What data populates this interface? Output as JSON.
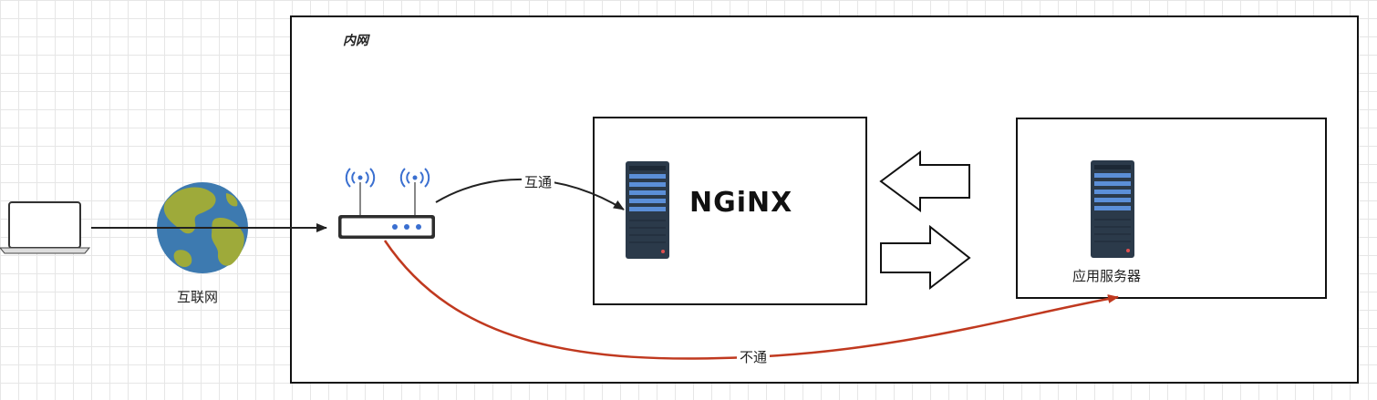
{
  "labels": {
    "intranet": "内网",
    "internet": "互联网",
    "connected": "互通",
    "blocked": "不通",
    "app_server": "应用服务器",
    "nginx_logo": "NGiNX"
  },
  "colors": {
    "blocked_path": "#c0391f",
    "server_body": "#2b3a4a",
    "server_led": "#5b8fd8",
    "globe_ocean": "#3d7ab0",
    "globe_land": "#9eaa3a",
    "router_led": "#3a6fd0"
  },
  "icons": {
    "laptop": "laptop-icon",
    "globe": "globe-icon",
    "router": "router-icon",
    "nginx_server": "server-icon",
    "app_server": "server-icon",
    "left_arrow": "left-arrow-icon",
    "right_arrow": "right-arrow-icon"
  }
}
